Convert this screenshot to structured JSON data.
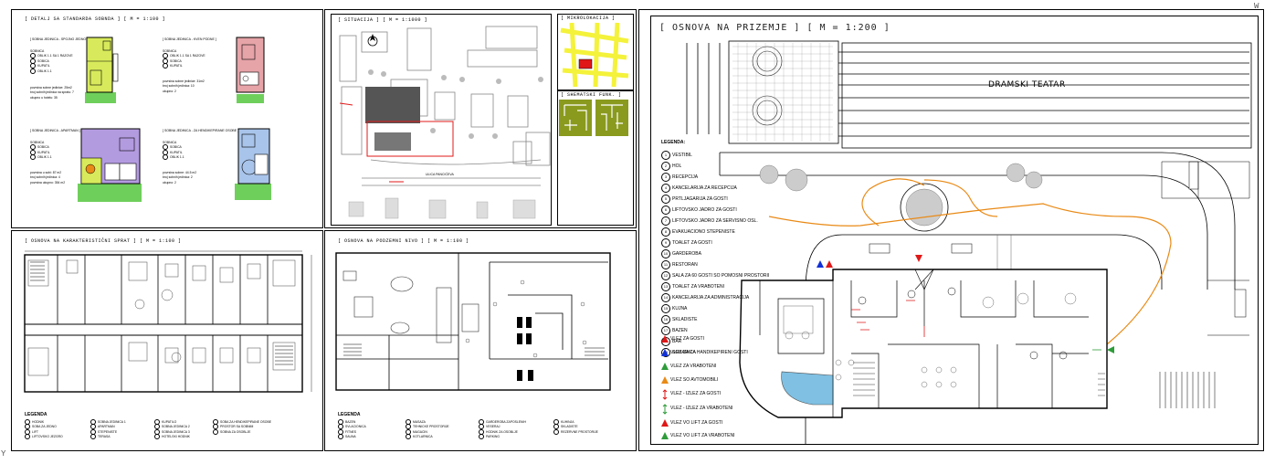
{
  "corner_marks": {
    "top_right": "W",
    "bottom_left": "Y"
  },
  "panels": {
    "apartment_details": {
      "title": "[ DETALJ SA STANDARDA SOBNDA ] [ M = 1:100 ]",
      "units": [
        {
          "title": "[ SOBNA JEDINICA - SPOJNO JEDNOSTAVNA ]",
          "rows": [
            "SOBNICA",
            "OBLIK 1.1 SA 1 RAZOVE",
            "SOBICA",
            "KUPATIL",
            "OBLIK 1.1"
          ],
          "stats": [
            "povrsina sobne jedinice: 25m2",
            "broj sobnih jedinica na spratu: 7",
            "ukupno u hotelu: 35"
          ]
        },
        {
          "title": "[ SOBNA JEDINICA - KVEN PODNE ]",
          "rows": [
            "SOBNICA",
            "OBLIK 1.1 SA 1 RAZOVE",
            "SOBICA",
            "KUPATIL"
          ],
          "stats": [
            "povrsina sobne jedinice: 31m2",
            "broj sobnih jedinica: 10",
            "ukupno: 2"
          ]
        },
        {
          "title": "[ SOBNA JEDINICA - APARTMAN ]",
          "rows": [
            "SOBNICA",
            "SOBICA",
            "KUPATIL",
            "OBLIK 1.1"
          ],
          "stats": [
            "povrsina u sobi: 87 m2",
            "broj sobnih jedinica: 4",
            "povrsina ukupno: 354 m2"
          ]
        },
        {
          "title": "[ SOBNA JEDINICA - ZA HENDIKEPIRANE OSOBE ]",
          "rows": [
            "SOBNICA",
            "SOBICA",
            "KUPATIL",
            "OBLIK 1.1"
          ],
          "stats": [
            "povrsina sobne: 44.5 m2",
            "broj sobnih jedinica: 2",
            "ukupno: 2"
          ]
        }
      ]
    },
    "situation": {
      "title": "[ SITUACIJA ] [ M = 1:1000 ]",
      "street": "ULICA PANCIĆEVA"
    },
    "location": {
      "title": "[ MIKROLOKACIJA ]"
    },
    "functional": {
      "title": "[ SHEMATSKI FUNK. ]"
    },
    "typical_floor": {
      "title": "[ OSNOVA NA KARAKTERISTIČNI SPRAT ] [ M = 1:100 ]",
      "legend_title": "LEGENDA",
      "legend": [
        "HODNIK",
        "SOBA ZA JEDNO",
        "LIFT",
        "LIFTOVSKO JEZGRO",
        "SOBNA JEDINICA 1",
        "APARTMAN",
        "STEPENISTE",
        "TERASA",
        "KUPATILO",
        "SOBNA JEDINICA 2",
        "SOBNA JEDINICA 3",
        "HOTELSKI HODNIK",
        "SOBA ZA HENDIKEPIRANE OSOBE",
        "PROSTOR SA SOBNIM",
        "SOBNA ZA OSOBLJE"
      ]
    },
    "basement": {
      "title": "[ OSNOVA NA PODZEMNI NIVO ] [ M = 1:100 ]",
      "legend_title": "LEGENDA",
      "legend": [
        "BAZEN",
        "SVLACIONICA",
        "FITNES",
        "SAUNA",
        "MASAZA",
        "TEHNICKE PROSTORIJE",
        "MAGACIN",
        "KOTLARNICA",
        "GARDEROBA ZAPOSLENIH",
        "VESERAJ",
        "HODNIK ZA OSOBLJE",
        "PARKING",
        "KUHINJA",
        "SKLADISTE",
        "REZERVNE PROSTORIJE"
      ]
    },
    "ground_floor": {
      "title": "[ OSNOVA NA PRIZEMJE ] [ M = 1:200 ]",
      "theater": "DRAMSKI TEATAR",
      "legend_title": "LEGENDA:",
      "legend": [
        {
          "num": "1",
          "label": "VESTIBIL"
        },
        {
          "num": "2",
          "label": "HOL"
        },
        {
          "num": "3",
          "label": "RECEPCIJA"
        },
        {
          "num": "4",
          "label": "KANCELARIJA ZA RECEPCIJA"
        },
        {
          "num": "5",
          "label": "PRTLJAGARIJA ZA GOSTI"
        },
        {
          "num": "6",
          "label": "LIFTOVSKO JADRO ZA GOSTI"
        },
        {
          "num": "7",
          "label": "LIFTOVSKO JADRO ZA SERVISNO OSL."
        },
        {
          "num": "8",
          "label": "EVAKUACIONO STEPENISTE"
        },
        {
          "num": "9",
          "label": "TOALET ZA GOSTI"
        },
        {
          "num": "10",
          "label": "GARDEROBA"
        },
        {
          "num": "11",
          "label": "RESTORAN"
        },
        {
          "num": "12",
          "label": "SALA ZA 60 GOSTI SO POMOSNI PROSTORII"
        },
        {
          "num": "13",
          "label": "TOALET ZA VRABOTENI"
        },
        {
          "num": "14",
          "label": "KANCELARIJA ZA ADMINISTRACIJA"
        },
        {
          "num": "15",
          "label": "KUJNA"
        },
        {
          "num": "16",
          "label": "SKLADISTE"
        },
        {
          "num": "17",
          "label": "BAZEN"
        },
        {
          "num": "18",
          "label": "BAR"
        },
        {
          "num": "19",
          "label": "SOBARICA"
        }
      ],
      "markers": [
        {
          "type": "tri",
          "color": "#e01818",
          "label": "VLEZ ZA GOSTI"
        },
        {
          "type": "tri",
          "color": "#1030d8",
          "label": "VLEZ ZA ZA HANDIKEPIRENI GOSTI"
        },
        {
          "type": "tri",
          "color": "#2e9c3a",
          "label": "VLEZ ZA VRABOTENI"
        },
        {
          "type": "tri",
          "color": "#e98a16",
          "label": "VLEZ SO AVTOMOBILI"
        },
        {
          "type": "arr",
          "color": "#e01818",
          "label": "VLEZ - IZLEZ ZA GOSTI"
        },
        {
          "type": "arr",
          "color": "#2e9c3a",
          "label": "VLEZ - IZLEZ ZA VRABOTENI"
        },
        {
          "type": "tri",
          "color": "#e01818",
          "label": "VLEZ VO LIFT ZA GOSTI"
        },
        {
          "type": "tri",
          "color": "#2e9c3a",
          "label": "VLEZ VO LIFT ZA VRABOTENI"
        }
      ]
    }
  },
  "colors": {
    "unit_yellow": "#d8ea5b",
    "unit_pink": "#e6a3a8",
    "unit_purple": "#b39be0",
    "unit_blue": "#a9c4ea",
    "grass": "#6fcf5b",
    "map_yellow": "#f4f23a",
    "func_olive": "#8a9a1e",
    "car_path": "#e98a16",
    "pool_blue": "#4aa6d8",
    "marker_red": "#e01818",
    "marker_blue": "#1030d8",
    "marker_green": "#2e9c3a"
  }
}
